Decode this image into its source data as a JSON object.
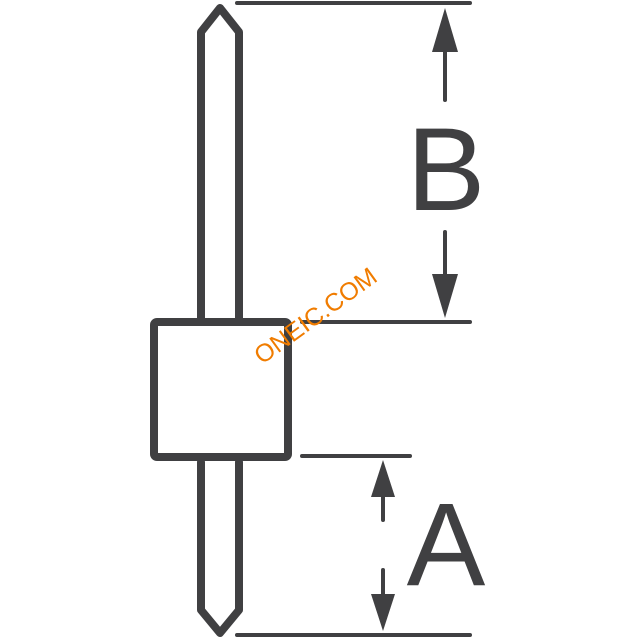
{
  "diagram": {
    "label_b": "B",
    "label_a": "A",
    "watermark": "ONEIC.COM",
    "colors": {
      "stroke": "#404042",
      "watermark": "#f07c00"
    }
  }
}
